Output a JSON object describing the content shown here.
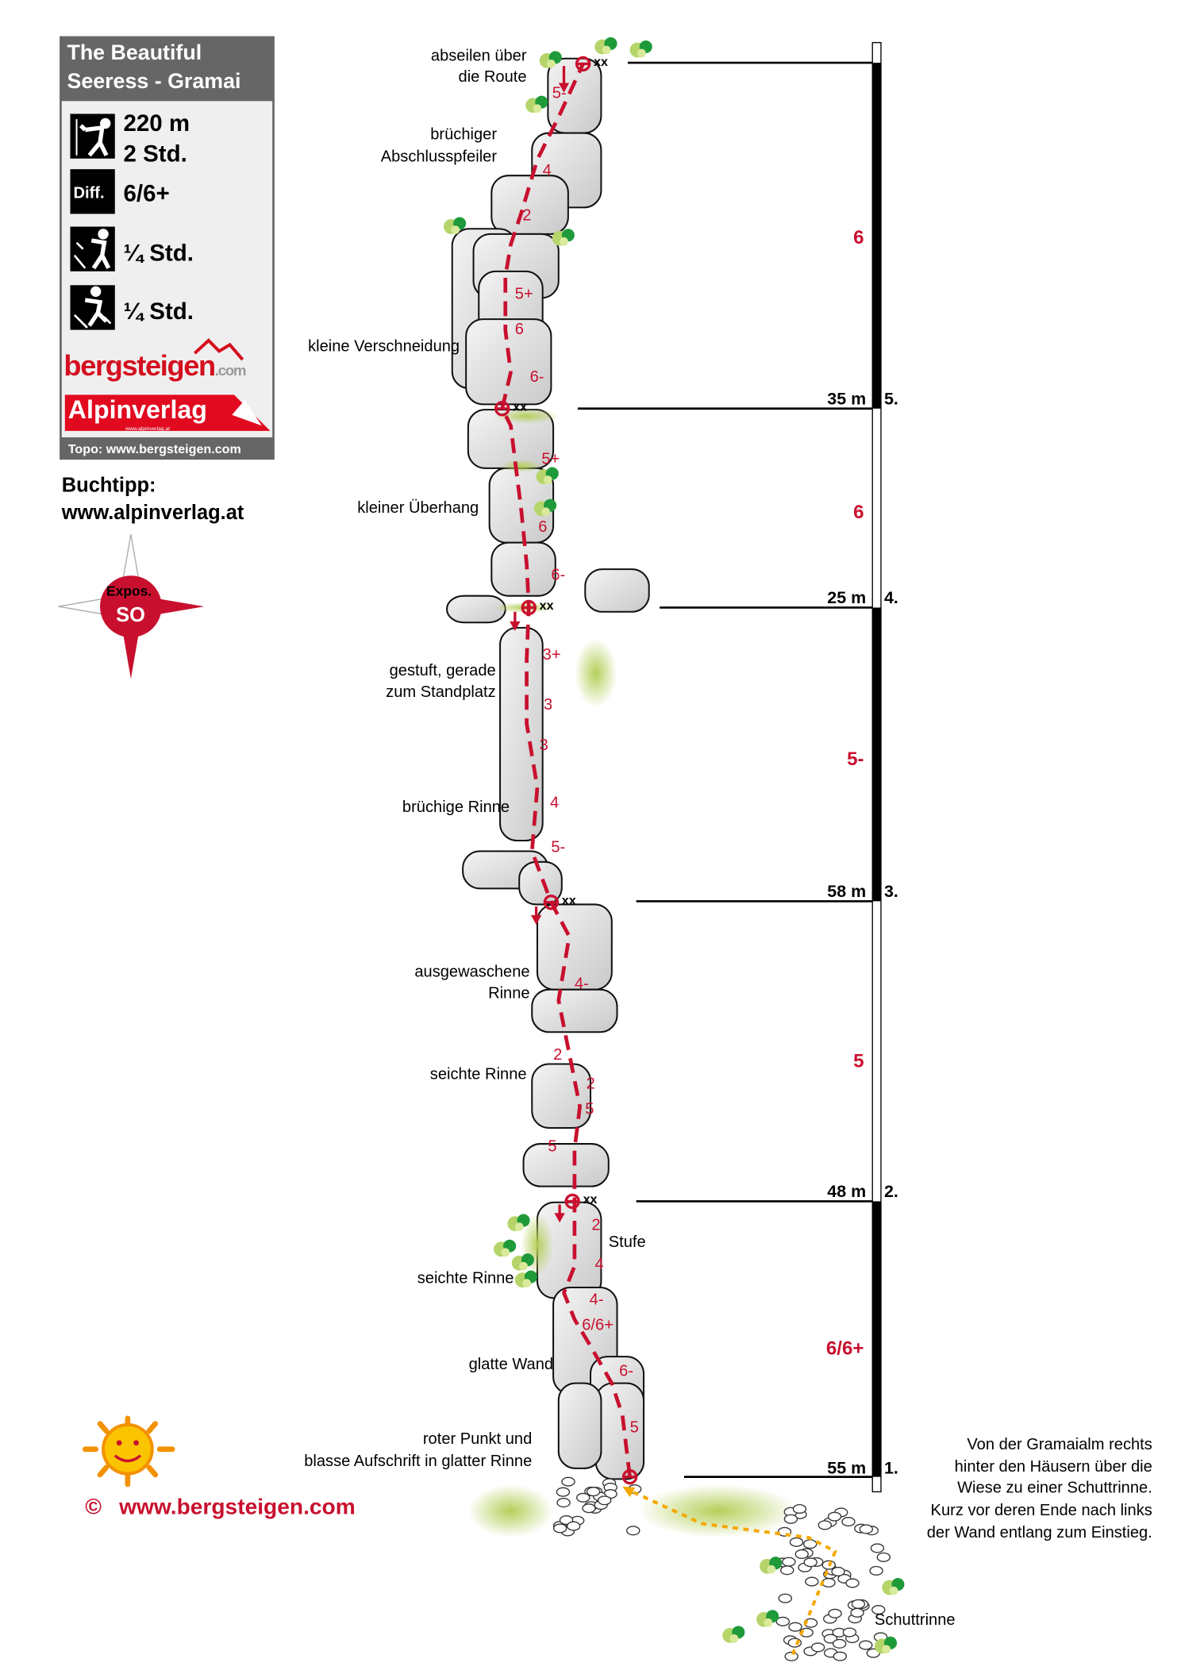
{
  "info": {
    "title_line1": "The Beautiful",
    "title_line2": "Seeress - Gramai",
    "length": "220 m",
    "climb_time": "2 Std.",
    "diff_label": "Diff.",
    "difficulty": "6/6+",
    "approach_time": "¼ Std.",
    "descent_time": "¼ Std.",
    "logo_bergsteigen_a": "bergsteigen",
    "logo_bergsteigen_b": ".com",
    "logo_alpinverlag": "Alpinverlag",
    "logo_alpinverlag_url": "www.alpinverlag.at",
    "topo_credit": "Topo: www.bergsteigen.com",
    "icons": [
      "climber-icon",
      "difficulty-icon",
      "approach-hiker-icon",
      "descent-hiker-icon"
    ]
  },
  "buchtipp": {
    "label": "Buchtipp:",
    "url": "www.alpinverlag.at"
  },
  "exposure": {
    "label": "Expos.",
    "value": "SO"
  },
  "copyright": {
    "symbol": "©",
    "url": "www.bergsteigen.com"
  },
  "colors": {
    "route": "#c8102e",
    "approach": "#f5a800",
    "grass": "#b5cf5a",
    "info_header": "#666666"
  },
  "annotations": {
    "abseilen_1": "abseilen über",
    "abseilen_2": "die Route",
    "pfeiler_1": "brüchiger",
    "pfeiler_2": "Abschlusspfeiler",
    "verschneidung": "kleine Verschneidung",
    "ueberhang": "kleiner Überhang",
    "gestuft_1": "gestuft, gerade",
    "gestuft_2": "zum Standplatz",
    "bruechige_rinne": "brüchige Rinne",
    "ausgewaschene_1": "ausgewaschene",
    "ausgewaschene_2": "Rinne",
    "seichte_rinne_1": "seichte Rinne",
    "stufe": "Stufe",
    "seichte_rinne_2": "seichte Rinne",
    "glatte_wand": "glatte Wand",
    "roter_punkt_1": "roter Punkt und",
    "roter_punkt_2": "blasse Aufschrift in glatter Rinne",
    "schuttrinne": "Schuttrinne",
    "belay": "xx"
  },
  "approach_text": [
    "Von der Gramaialm rechts",
    "hinter den Häusern über die",
    "Wiese zu einer Schuttrinne.",
    "Kurz vor deren Ende nach links",
    "der Wand entlang zum Einstieg."
  ],
  "pitches": [
    {
      "number": "5.",
      "length": "35 m",
      "grade": "6"
    },
    {
      "number": "4.",
      "length": "25 m",
      "grade": "6"
    },
    {
      "number": "3.",
      "length": "58 m",
      "grade": "5-"
    },
    {
      "number": "2.",
      "length": "48 m",
      "grade": "5"
    },
    {
      "number": "1.",
      "length": "55 m",
      "grade": "6/6+"
    }
  ],
  "route_grades": [
    "5-",
    "4",
    "2",
    "5+",
    "6",
    "6-",
    "5+",
    "6",
    "6-",
    "3+",
    "3",
    "3",
    "4",
    "5-",
    "4-",
    "2",
    "2",
    "5",
    "5",
    "2",
    "4",
    "4-",
    "6/6+",
    "6-",
    "5"
  ]
}
